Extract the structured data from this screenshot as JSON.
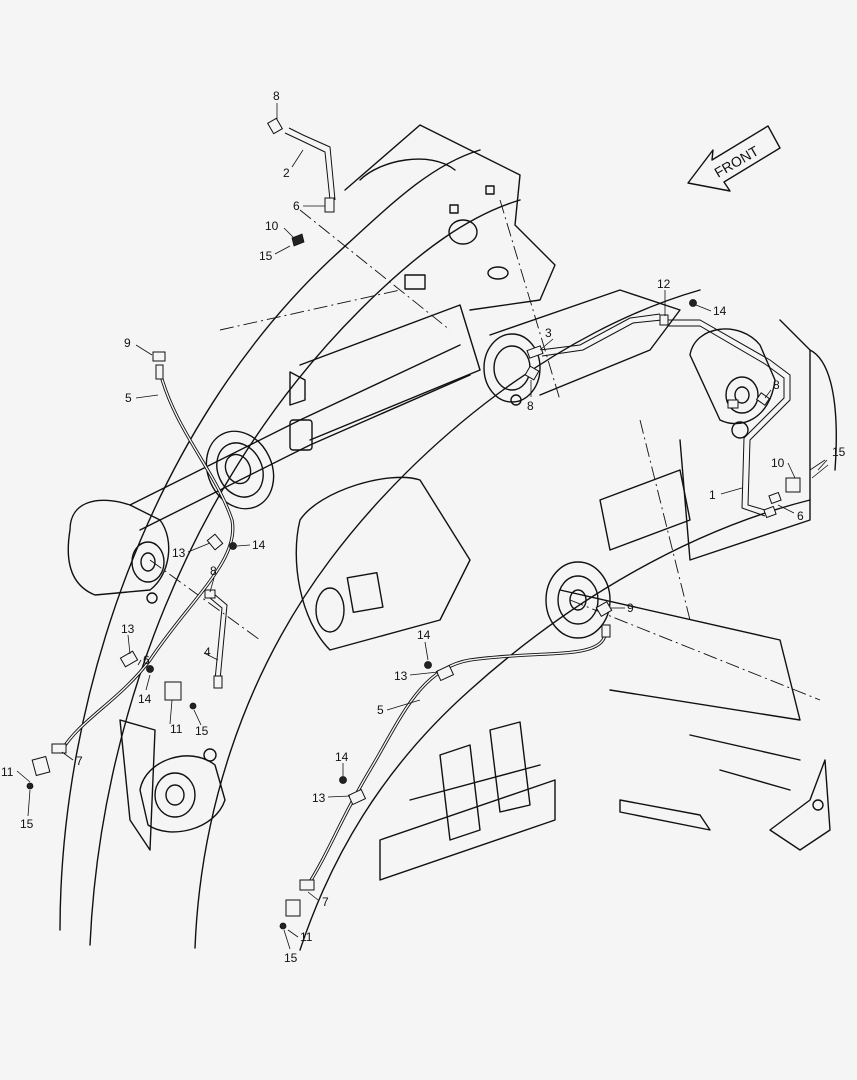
{
  "orientation": {
    "label": "FRONT"
  },
  "callouts": [
    {
      "text": "8"
    },
    {
      "text": "2"
    },
    {
      "text": "6"
    },
    {
      "text": "10"
    },
    {
      "text": "15"
    },
    {
      "text": "9"
    },
    {
      "text": "5"
    },
    {
      "text": "12"
    },
    {
      "text": "14"
    },
    {
      "text": "3"
    },
    {
      "text": "8"
    },
    {
      "text": "8"
    },
    {
      "text": "15"
    },
    {
      "text": "10"
    },
    {
      "text": "1"
    },
    {
      "text": "6"
    },
    {
      "text": "13"
    },
    {
      "text": "14"
    },
    {
      "text": "8"
    },
    {
      "text": "4"
    },
    {
      "text": "13"
    },
    {
      "text": "6"
    },
    {
      "text": "14"
    },
    {
      "text": "11"
    },
    {
      "text": "15"
    },
    {
      "text": "7"
    },
    {
      "text": "11"
    },
    {
      "text": "15"
    },
    {
      "text": "9"
    },
    {
      "text": "14"
    },
    {
      "text": "13"
    },
    {
      "text": "5"
    },
    {
      "text": "14"
    },
    {
      "text": "13"
    },
    {
      "text": "7"
    },
    {
      "text": "11"
    },
    {
      "text": "15"
    }
  ]
}
